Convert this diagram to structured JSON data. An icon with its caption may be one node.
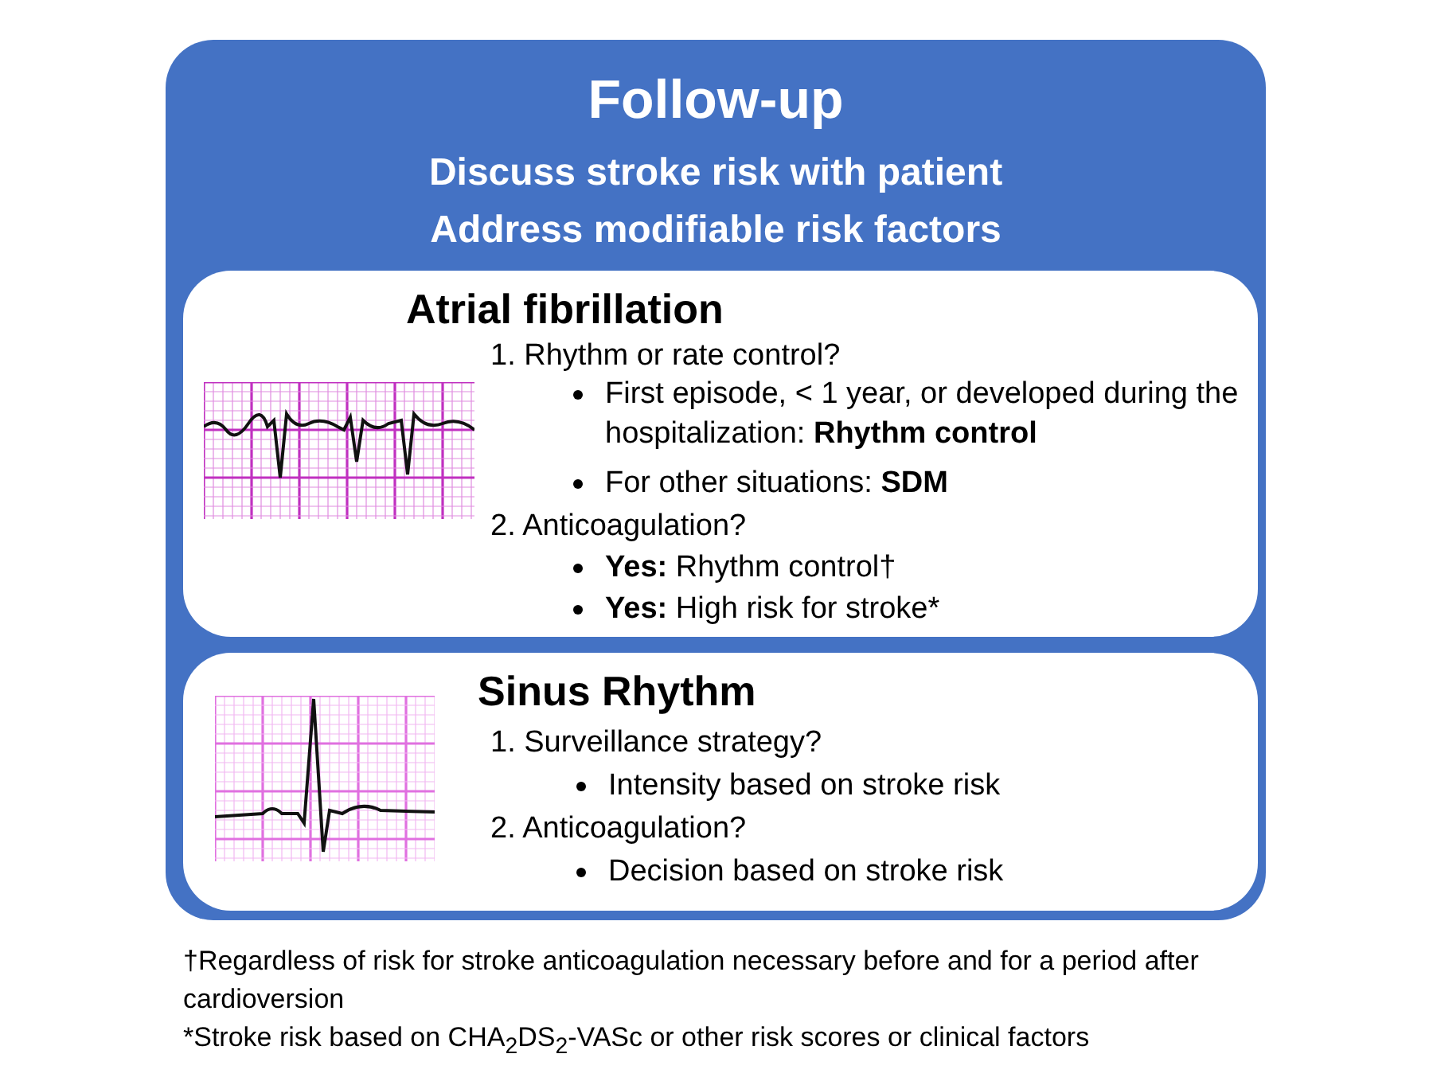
{
  "diagram": {
    "nodes": [
      {
        "text": [
          "Follow-up",
          "Discuss stroke risk with patient",
          "Address modifiable risk factors"
        ]
      },
      {
        "text": [
          "Atrial fibrillation",
          "1. Rhythm or rate control?",
          "First episode, < 1 year, or developed during the hospitalization: **Rhythm control**",
          "For other situations: **SDM**",
          "2. Anticoagulation?",
          "**Yes:** Rhythm control†",
          "**Yes:** High risk for stroke*"
        ],
        "in": 0
      },
      {
        "text": [
          "Sinus Rhythm",
          "1. Surveillance strategy?",
          "Intensity based on stroke risk",
          "2. Anticoagulation?",
          "Decision based on stroke risk"
        ],
        "in": 0
      }
    ],
    "labels": [
      "†Regardless of risk for stroke anticoagulation necessary before and for a period after cardioversion",
      "*Stroke risk based on CHA$_{2}$DS$_{2}$-VASc or other risk scores or clinical factors"
    ]
  }
}
